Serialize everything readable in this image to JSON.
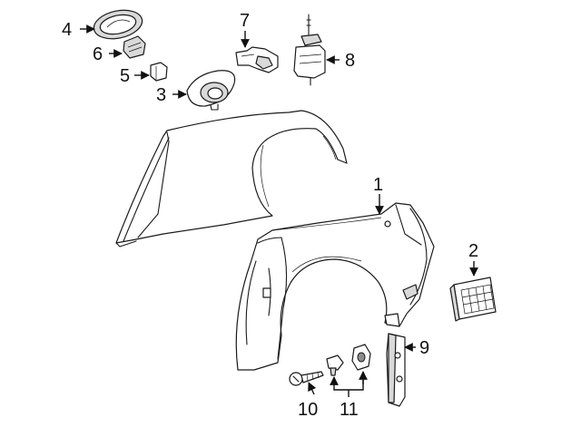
{
  "callouts": [
    {
      "id": "c1",
      "label": "1"
    },
    {
      "id": "c2",
      "label": "2"
    },
    {
      "id": "c3",
      "label": "3"
    },
    {
      "id": "c4",
      "label": "4"
    },
    {
      "id": "c5",
      "label": "5"
    },
    {
      "id": "c6",
      "label": "6"
    },
    {
      "id": "c7",
      "label": "7"
    },
    {
      "id": "c8",
      "label": "8"
    },
    {
      "id": "c9",
      "label": "9"
    },
    {
      "id": "c10",
      "label": "10"
    },
    {
      "id": "c11",
      "label": "11"
    }
  ],
  "colors": {
    "line": "#1a1a1a",
    "fill": "#ffffff",
    "shade": "#d9d9d9",
    "dark": "#8c8c8c"
  }
}
